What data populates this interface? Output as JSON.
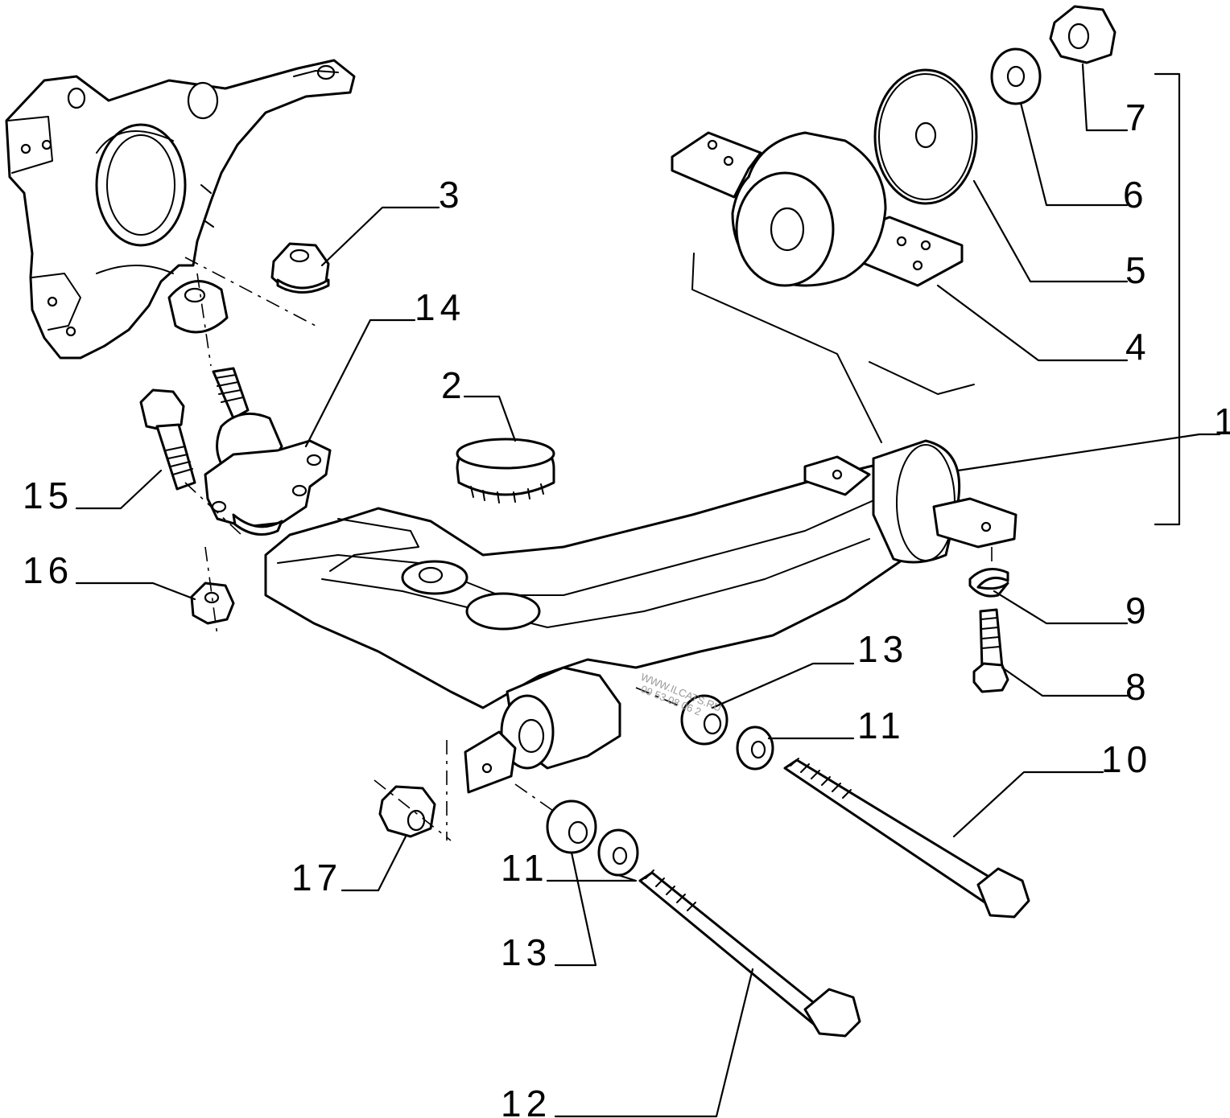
{
  "labels": {
    "l1": "1",
    "l2": "2",
    "l3": "3",
    "l4": "4",
    "l5": "5",
    "l6": "6",
    "l7": "7",
    "l8": "8",
    "l9": "9",
    "l10": "10",
    "l11a": "11",
    "l11b": "11",
    "l12": "12",
    "l13a": "13",
    "l13b": "13",
    "l14": "14",
    "l15": "15",
    "l16": "16",
    "l17": "17"
  },
  "watermark": {
    "line1": "WWW.ILCATS.RU",
    "line2": "09 53 08 06 2"
  }
}
